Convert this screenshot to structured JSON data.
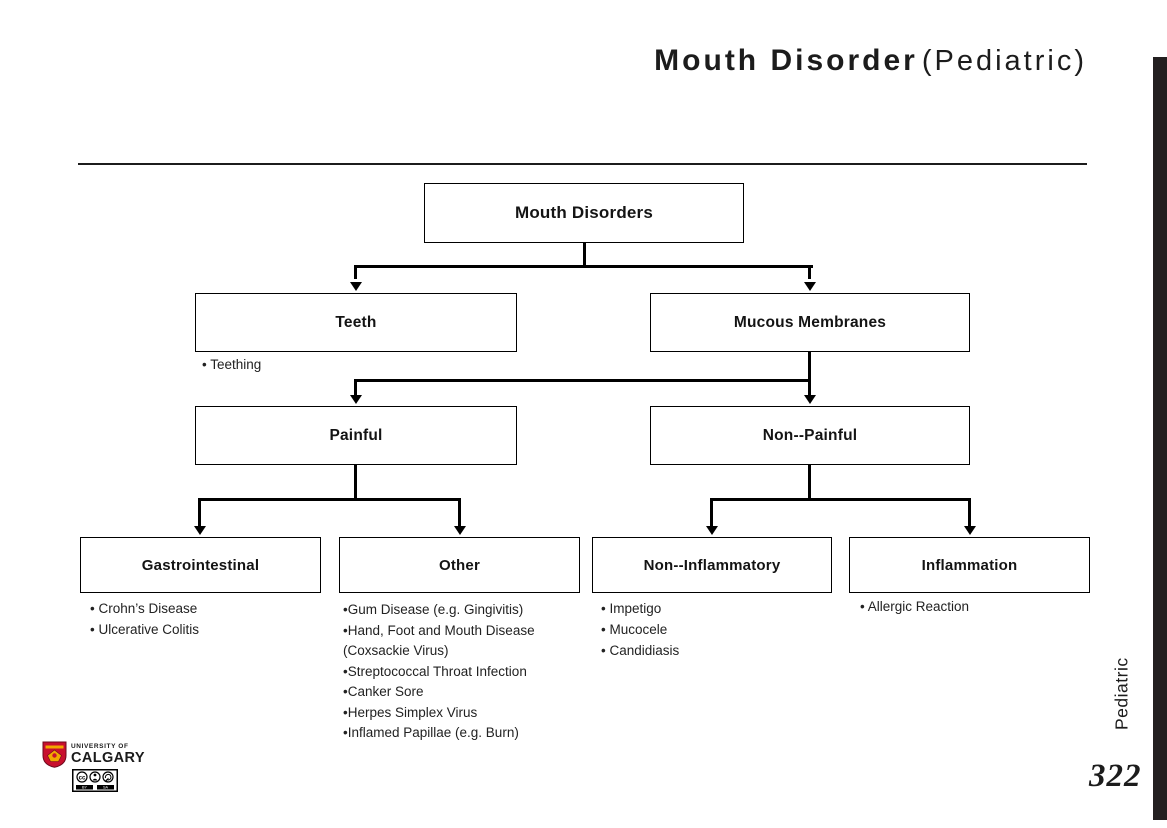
{
  "slide": {
    "title_main": "Mouth Disorder",
    "title_suffix": "(Pediatric)",
    "side_tab": "Pediatric",
    "page_number": "322"
  },
  "diagram": {
    "root": {
      "label": "Mouth Disorders"
    },
    "teeth": {
      "label": "Teeth",
      "bullets": [
        "• Teething"
      ]
    },
    "mucous_membranes": {
      "label": "Mucous Membranes"
    },
    "painful": {
      "label": "Painful"
    },
    "non_painful": {
      "label": "Non--Painful"
    },
    "gastrointestinal": {
      "label": "Gastrointestinal",
      "bullets": [
        "• Crohn’s Disease",
        "• Ulcerative Colitis"
      ]
    },
    "other": {
      "label": "Other",
      "bullets": [
        "•Gum Disease (e.g. Gingivitis)",
        "•Hand, Foot and Mouth Disease (Coxsackie Virus)",
        "•Streptococcal Throat Infection",
        "•Canker Sore",
        "•Herpes Simplex Virus",
        "•Inflamed Papillae (e.g. Burn)"
      ]
    },
    "non_inflammatory": {
      "label": "Non--Inflammatory",
      "bullets": [
        "• Impetigo",
        "• Mucocele",
        "• Candidiasis"
      ]
    },
    "inflammation": {
      "label": "Inflammation",
      "bullets": [
        "• Allergic Reaction"
      ]
    }
  },
  "footer": {
    "university_line1": "UNIVERSITY OF",
    "university_line2": "CALGARY",
    "license": {
      "cc": "cc",
      "by": "BY",
      "sa": "SA"
    }
  },
  "colors": {
    "line_black": "#000000",
    "bar_black": "#231f20",
    "uofc_red": "#c8102e",
    "uofc_gold": "#f2a900"
  }
}
